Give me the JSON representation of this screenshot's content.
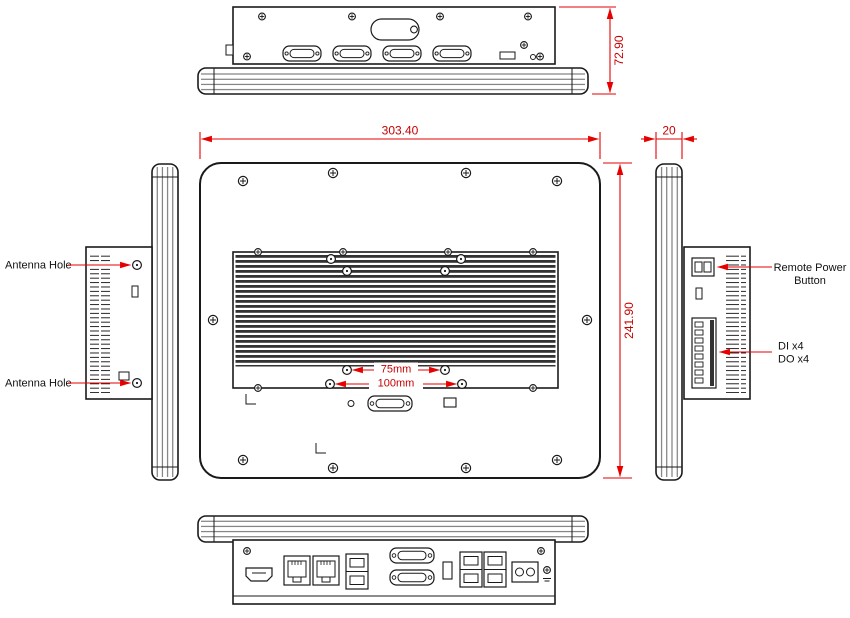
{
  "drawing": {
    "dimensions": {
      "overall_width": "303.40",
      "overall_height": "241.90",
      "overall_depth": "72.90",
      "side_depth": "20",
      "vesa_75": "75mm",
      "vesa_100": "100mm"
    },
    "callouts": {
      "antenna_hole_top": "Antenna Hole",
      "antenna_hole_bottom": "Antenna Hole",
      "remote_power_line1": "Remote Power",
      "remote_power_line2": "Button",
      "di_label": "DI x4",
      "do_label": "DO x4"
    },
    "colors": {
      "dimension_line": "#e60000",
      "dimension_text": "#c80000",
      "drawing_line": "#1a1a1a",
      "background": "#ffffff"
    }
  }
}
